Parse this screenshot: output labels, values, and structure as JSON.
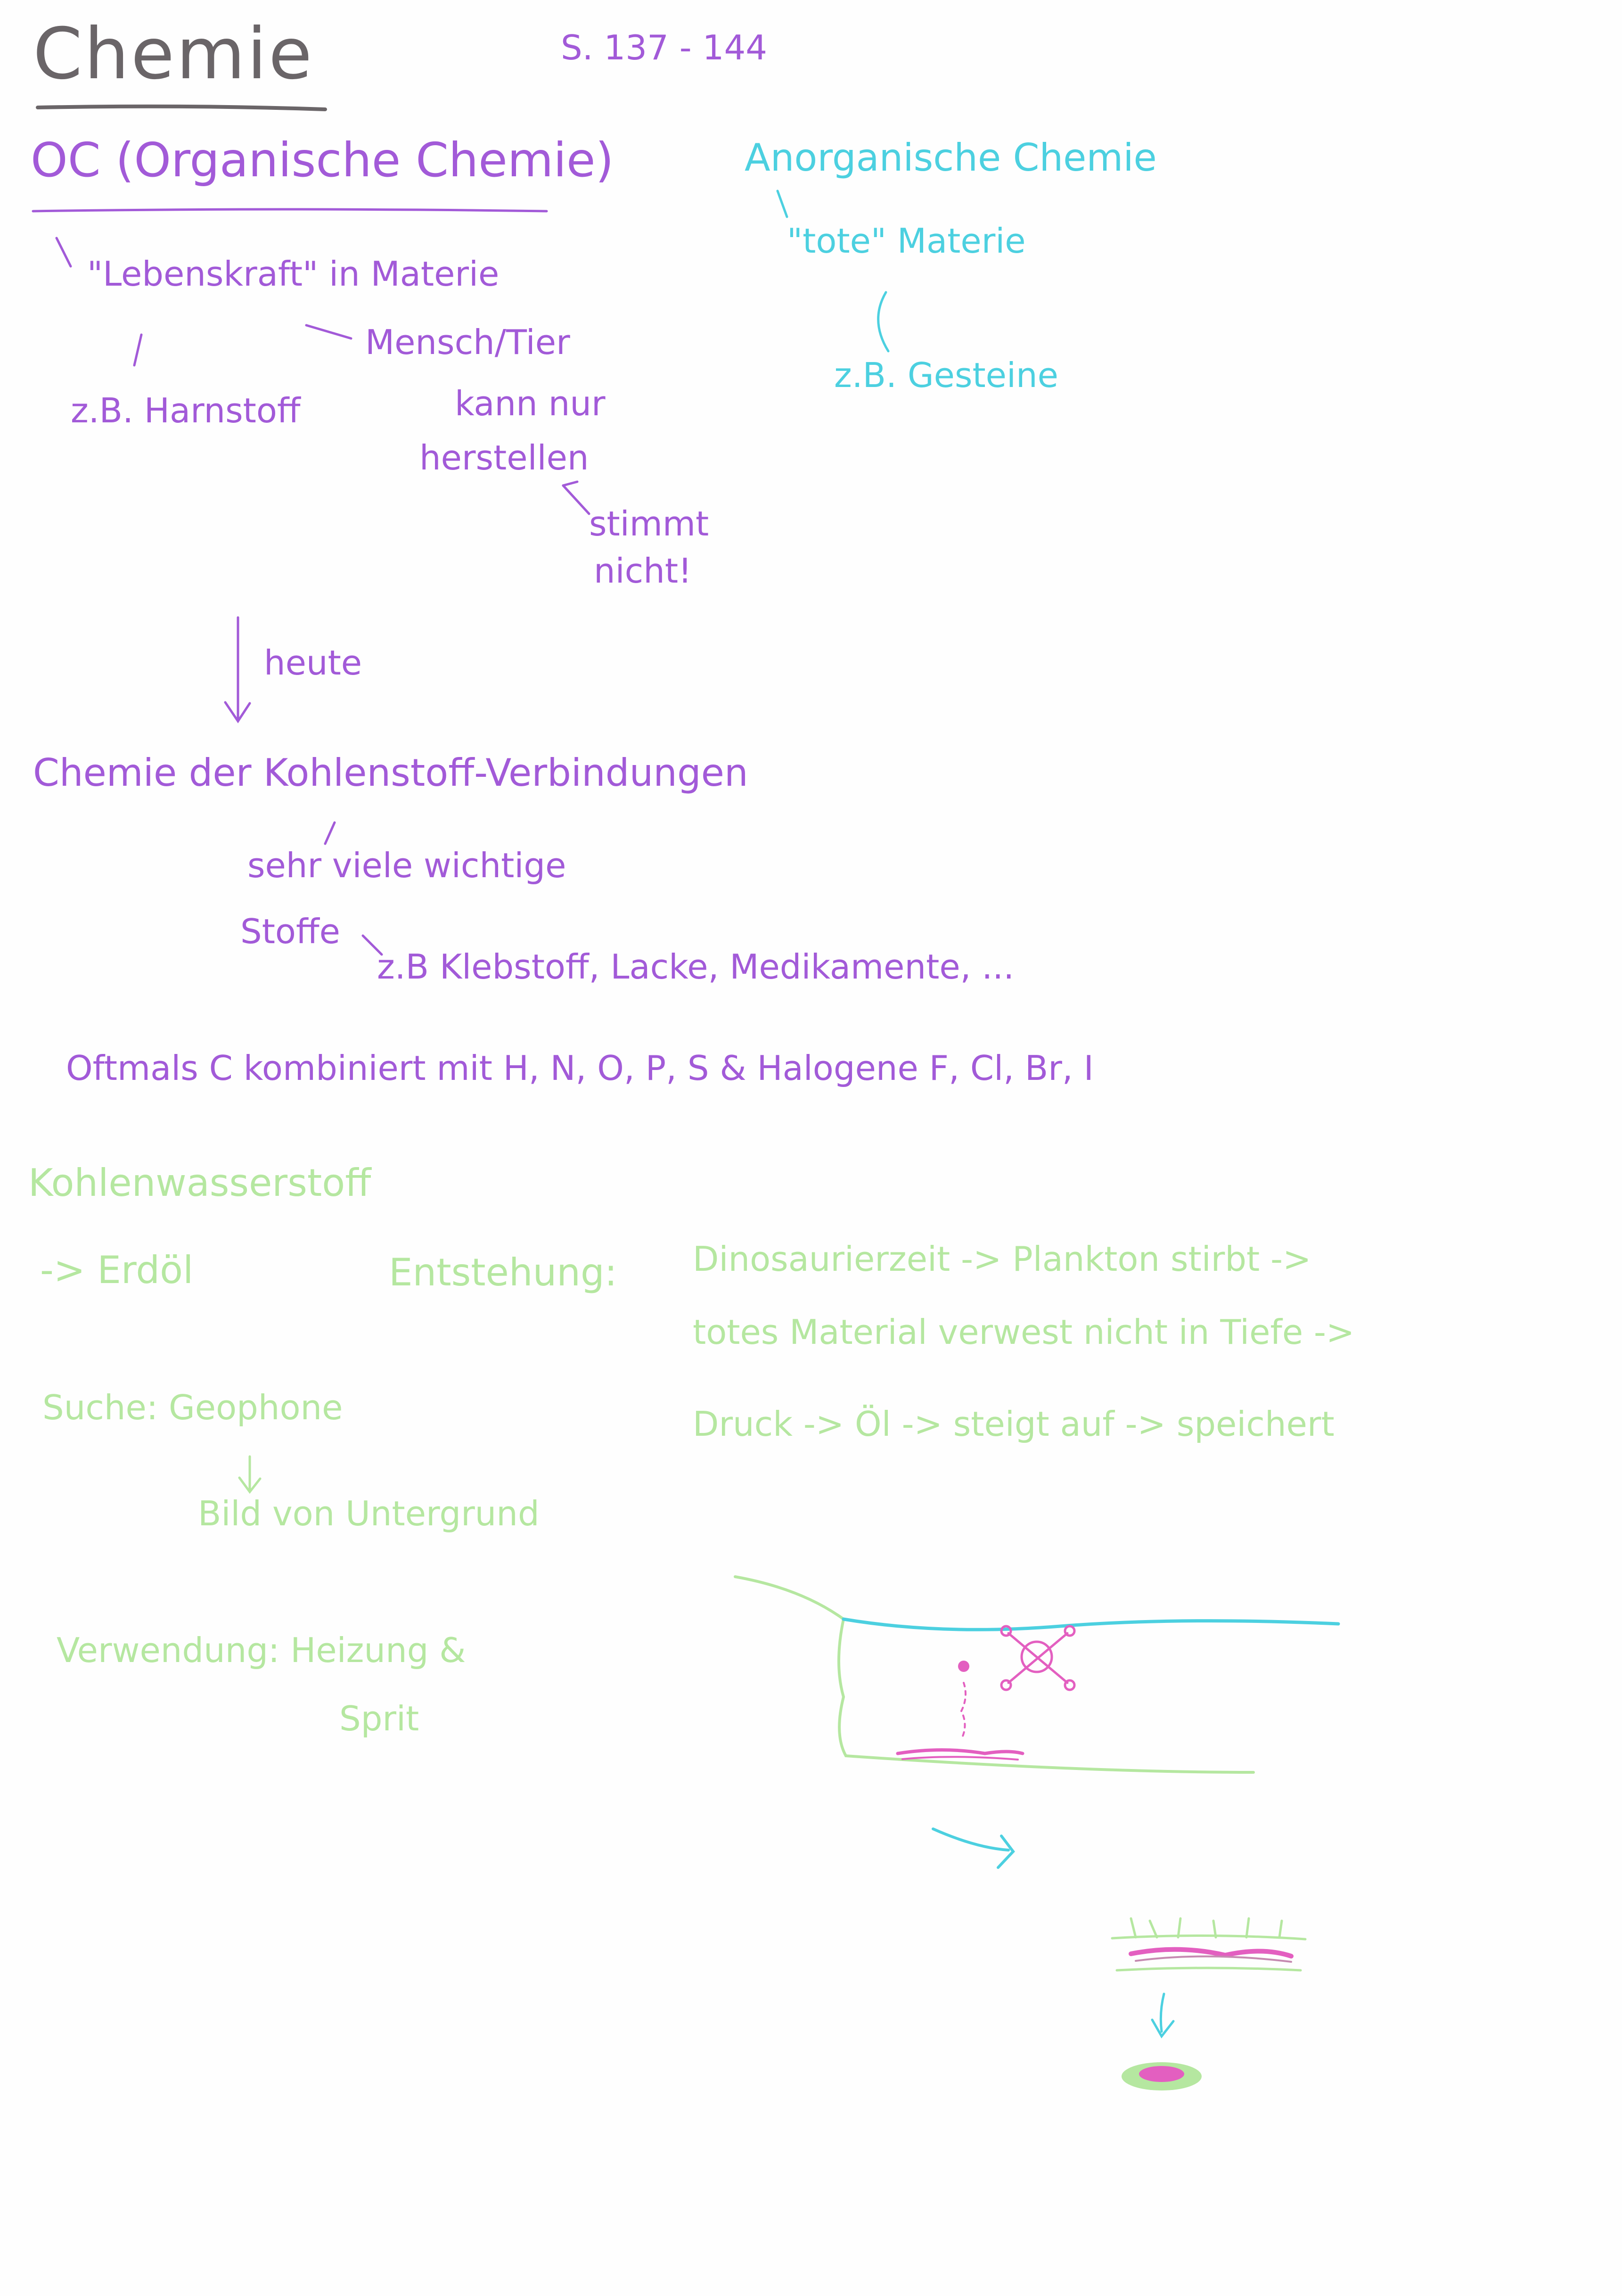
{
  "header": {
    "title": "Chemie",
    "pages": "S. 137 - 144"
  },
  "organic": {
    "heading": "OC (Organische Chemie)",
    "lebenskraft": "\"Lebenskraft\" in Materie",
    "mensch_tier": "Mensch/Tier",
    "beispiel": "z.B. Harnstoff",
    "kann_nur": "kann nur",
    "herstellen": "herstellen",
    "stimmt": "stimmt",
    "nicht": "nicht!",
    "heute": "heute",
    "kohlenstoff": "Chemie der Kohlenstoff-Verbindungen",
    "sehr_viele": "sehr viele wichtige",
    "stoffe": "Stoffe",
    "beispiele": "z.B Klebstoff, Lacke, Medikamente, ...",
    "oftmals": "Oftmals C kombiniert mit H, N, O, P, S & Halogene F, Cl, Br, I"
  },
  "inorganic": {
    "heading": "Anorganische Chemie",
    "tote": "\"tote\" Materie",
    "beispiel": "z.B. Gesteine"
  },
  "kohlenwasserstoff": {
    "heading": "Kohlenwasserstoff",
    "erdoel": "-> Erdöl",
    "entstehung_label": "Entstehung:",
    "entstehung_1": "Dinosaurierzeit -> Plankton stirbt ->",
    "entstehung_2": "totes Material verwest nicht in Tiefe ->",
    "entstehung_3": "Druck -> Öl -> steigt auf -> speichert",
    "suche": "Suche: Geophone",
    "bild": "Bild von Untergrund",
    "verwendung": "Verwendung: Heizung &",
    "sprit": "Sprit"
  },
  "colors": {
    "title": "#6a6568",
    "organic": "#a25ad8",
    "inorganic": "#4cd0e0",
    "kohlenwasserstoff": "#b5e7a0",
    "sketch_pink": "#e35fc0"
  }
}
